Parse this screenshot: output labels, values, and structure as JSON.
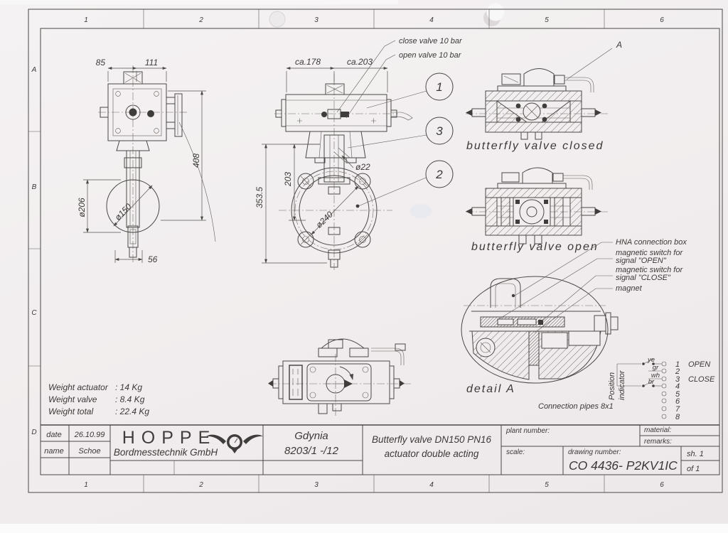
{
  "sheet": {
    "zones_top": [
      "1",
      "2",
      "3",
      "4",
      "5",
      "6"
    ],
    "zones_bottom": [
      "1",
      "2",
      "3",
      "4",
      "5",
      "6"
    ],
    "zones_left": [
      "A",
      "B",
      "C",
      "D"
    ]
  },
  "dims": {
    "w85": "85",
    "w111": "111",
    "h408": "408",
    "dia206": "ø206",
    "dia150": "ø150",
    "w56": "56",
    "ca178": "ca.178",
    "ca203": "ca.203",
    "h203": "203",
    "h353": "353.5",
    "dia22": "ø22",
    "dia240": "ø240"
  },
  "notes": {
    "close_valve": "close valve 10 bar",
    "open_valve": "open valve 10 bar",
    "label_a": "A",
    "connection_pipes": "Connection pipes 8x1"
  },
  "balloons": {
    "b1": "1",
    "b2": "2",
    "b3": "3"
  },
  "captions": {
    "closed": "butterfly valve closed",
    "open": "butterfly valve open",
    "detail": "detail A"
  },
  "detail_labels": {
    "hna": "HNA connection box",
    "sw_open_1": "magnetic switch for",
    "sw_open_2": "signal \"OPEN\"",
    "sw_close_1": "magnetic switch for",
    "sw_close_2": "signal \"CLOSE\"",
    "magnet": "magnet"
  },
  "position_indicator": {
    "title_1": "Position",
    "title_2": "indicator",
    "wires": [
      "ye",
      "gr",
      "wh",
      "br"
    ],
    "terminals": [
      "1",
      "2",
      "3",
      "4",
      "5",
      "6",
      "7",
      "8"
    ],
    "open": "OPEN",
    "close": "CLOSE"
  },
  "weights": {
    "rows": [
      {
        "label": "Weight actuator",
        "value": ": 14 Kg"
      },
      {
        "label": "Weight valve",
        "value": ": 8.4 Kg"
      },
      {
        "label": "Weight total",
        "value": ": 22.4 Kg"
      }
    ]
  },
  "title_block": {
    "date_label": "date",
    "date_value": "26.10.99",
    "name_label": "name",
    "name_value": "Schoe",
    "company": "HOPPE",
    "company_sub": "Bordmesstechnik GmbH",
    "location": "Gdynia",
    "order_no": "8203/1 -/12",
    "title_1": "Butterfly valve DN150 PN16",
    "title_2": "actuator double acting",
    "plant_number_label": "plant number:",
    "material_label": "material:",
    "remarks_label": "remarks:",
    "scale_label": "scale:",
    "drawing_number_label": "drawing number:",
    "drawing_number": "CO 4436- P2KV1IC",
    "sheet_no": "sh. 1",
    "sheet_of": "of 1"
  }
}
